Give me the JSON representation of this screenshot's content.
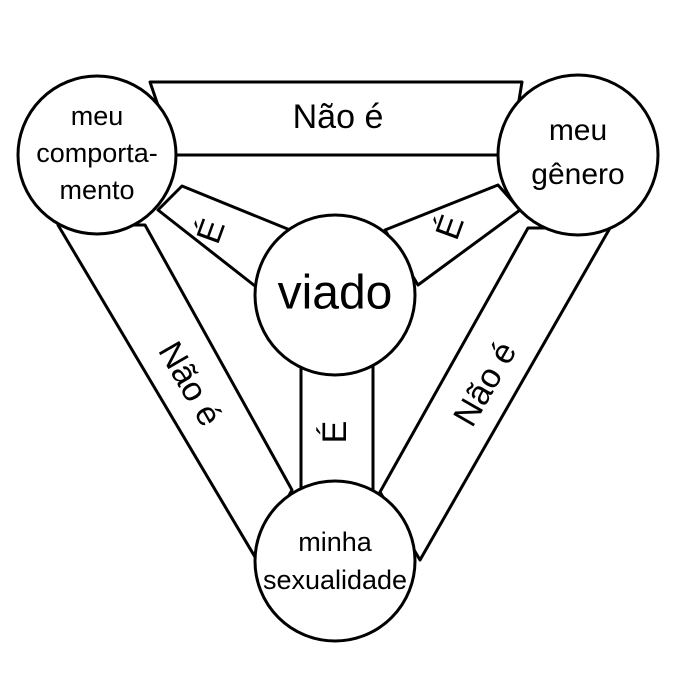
{
  "nodes": {
    "behavior": {
      "lines": [
        "meu",
        "comporta-",
        "mento"
      ]
    },
    "gender": {
      "lines": [
        "meu",
        "gênero"
      ]
    },
    "sexuality": {
      "lines": [
        "minha",
        "sexualidade"
      ]
    },
    "center": {
      "label": "viado"
    }
  },
  "relations": {
    "behavior_gender": "Não é",
    "behavior_sexuality": "Não é",
    "gender_sexuality": "Não é",
    "center_behavior": "É",
    "center_gender": "É",
    "center_sexuality": "É"
  }
}
